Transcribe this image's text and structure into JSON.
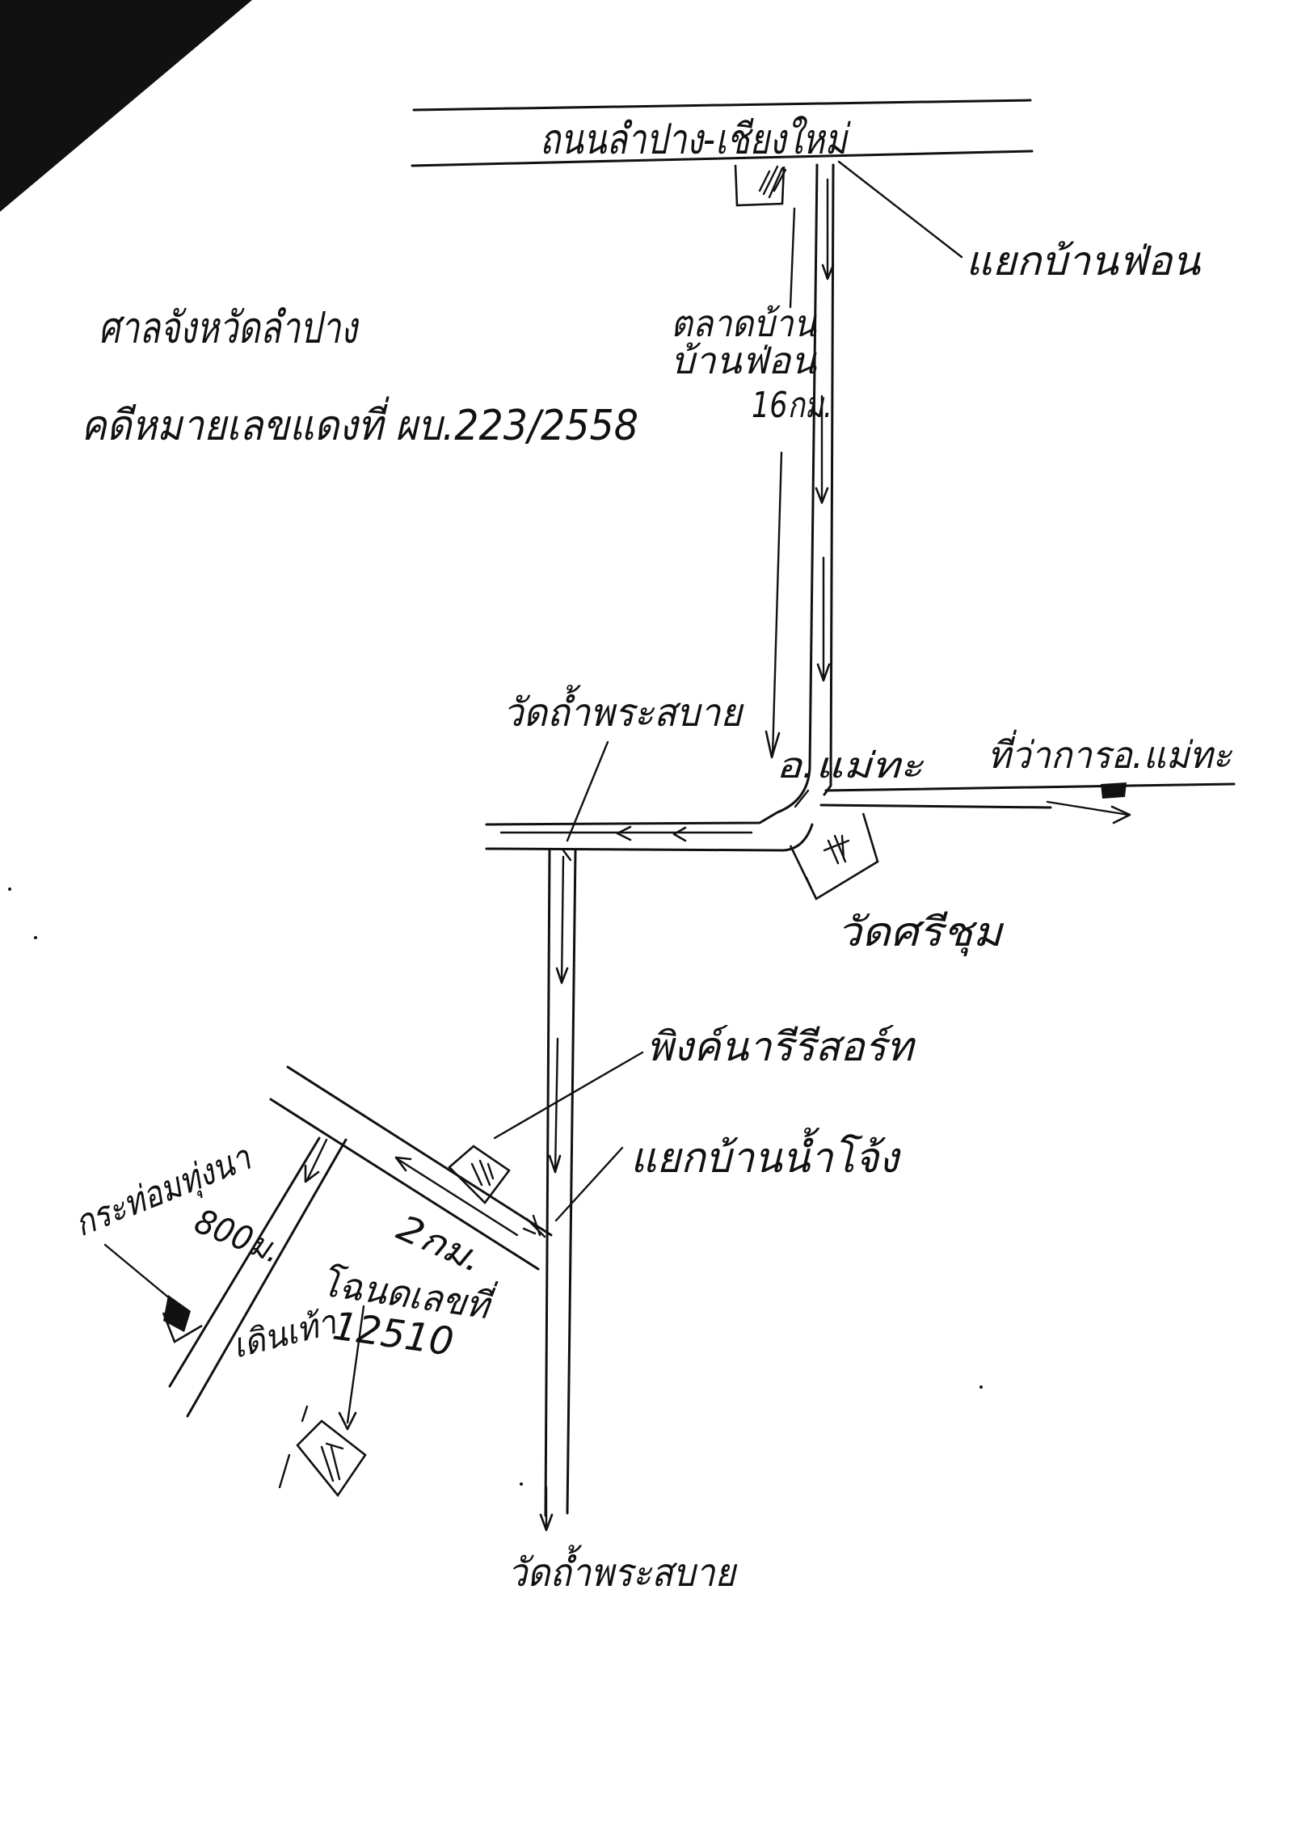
{
  "labels": {
    "main_road": "ถนนลำปาง-เชียงใหม่",
    "ban_fon_junction": "แยกบ้านฟ่อน",
    "court": "ศาลจังหวัดลำปาง",
    "case_number": "คดีหมายเลขแดงที่ ผบ.223/2558",
    "ban_fon_market_line1": "ตลาดบ้าน",
    "ban_fon_market_line2": "บ้านฟ่อน",
    "distance_16km": "16กม.",
    "wat_tham_top": "วัดถ้ำพระสบาย",
    "mae_tha": "อ.แม่ทะ",
    "district_office": "ที่ว่าการอ.แม่ทะ",
    "wat_si_chum": "วัดศรีชุม",
    "pink_resort": "พิงค์นารีรีสอร์ท",
    "nam_jam_junction": "แยกบ้านน้ำโจ้ง",
    "kratom_thung": "กระท่อมทุ่งนา",
    "distance_800m": "800ม.",
    "distance_2km": "2กม.",
    "deed_line1": "โฉนดเลขที่",
    "deed_line2": "12510",
    "walk": "เดินเท้า",
    "wat_tham_bottom": "วัดถ้ำพระสบาย"
  }
}
